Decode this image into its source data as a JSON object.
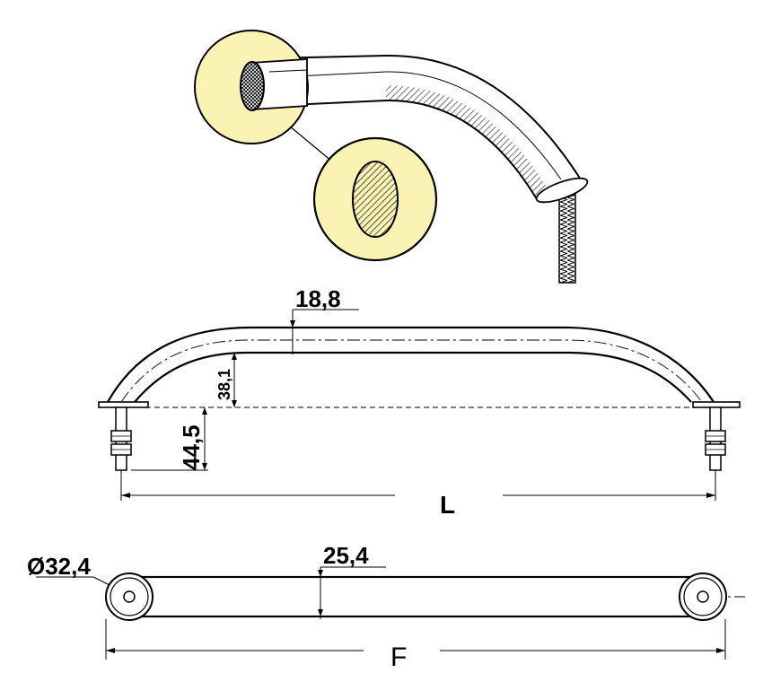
{
  "dimensions": {
    "tube_diameter": "18,8",
    "rise_height": "38,1",
    "stud_length": "44,5",
    "overall_length": "L",
    "flange_diameter": "Ø32,4",
    "bar_width": "25,4",
    "fixing_centres": "F"
  },
  "colors": {
    "callout_fill": "#fbf3b4",
    "line": "#000000"
  }
}
